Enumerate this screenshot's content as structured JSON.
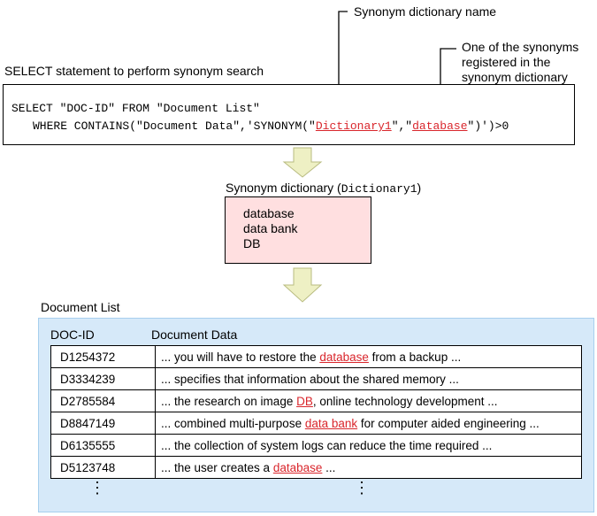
{
  "annotations": {
    "dictionary_name": "Synonym dictionary name",
    "synonym_line_1": "One of the synonyms",
    "synonym_line_2": "registered in the",
    "synonym_line_3": "synonym dictionary"
  },
  "select_caption": "SELECT statement to perform synonym search",
  "sql": {
    "line1": "SELECT \"DOC-ID\" FROM \"Document List\"",
    "line2_prefix": "WHERE CONTAINS(\"Document Data\",'SYNONYM(\"",
    "dictionary_token": "Dictionary1",
    "line2_mid": "\",\"",
    "synonym_token": "database",
    "line2_suffix": "\")')>0"
  },
  "synonym_dictionary": {
    "caption_text": "Synonym dictionary (",
    "caption_name": "Dictionary1",
    "caption_close": ")",
    "entries": [
      "database",
      "data bank",
      "DB"
    ]
  },
  "document_list": {
    "title": "Document List",
    "headers": {
      "id": "DOC-ID",
      "data": "Document Data"
    },
    "rows": [
      {
        "id": "D1254372",
        "before": "... you will have to restore the ",
        "match": "database",
        "after": " from a backup ..."
      },
      {
        "id": "D3334239",
        "before": "... specifies that information about the shared memory ...",
        "match": "",
        "after": ""
      },
      {
        "id": "D2785584",
        "before": "... the research on image ",
        "match": "DB",
        "after": ", online technology development ..."
      },
      {
        "id": "D8847149",
        "before": "... combined multi-purpose ",
        "match": "data bank",
        "after": " for computer aided engineering ..."
      },
      {
        "id": "D6135555",
        "before": "... the collection of system logs can reduce the time required ...",
        "match": "",
        "after": ""
      },
      {
        "id": "D5123748",
        "before": "... the user creates a ",
        "match": "database",
        "after": " ..."
      }
    ],
    "continuation": "⋮"
  },
  "colors": {
    "highlight": "#d9262c",
    "dictionary_fill": "#ffdfe0",
    "panel_fill": "#d6e9f9",
    "flow_arrow_fill": "#eef0c4",
    "flow_arrow_stroke": "#b8bb80"
  }
}
